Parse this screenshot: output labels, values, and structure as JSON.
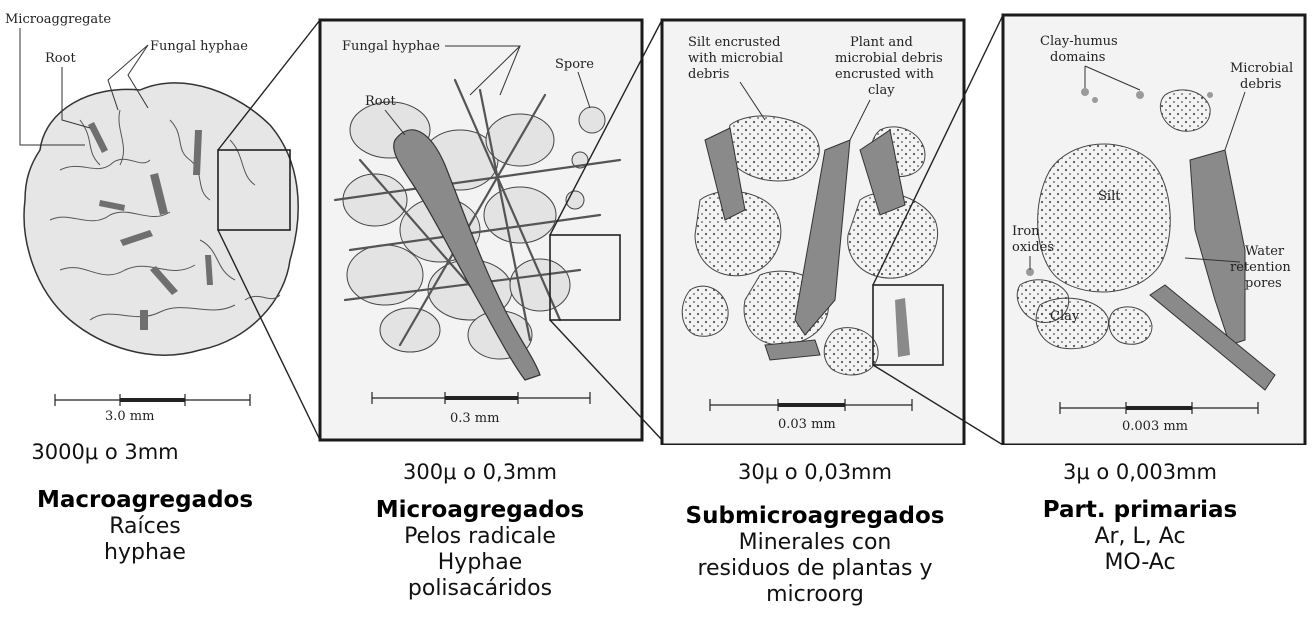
{
  "panels": [
    {
      "size": "3000μ o 3mm",
      "title": "Macroagregados",
      "description": [
        "Raíces",
        "hyphae"
      ],
      "scale": "3.0 mm",
      "labels": [
        "Microaggregate",
        "Root",
        "Fungal hyphae"
      ]
    },
    {
      "size": "300μ o 0,3mm",
      "title": "Microagregados",
      "description": [
        "Pelos radicale",
        "Hyphae",
        "polisacáridos"
      ],
      "scale": "0.3 mm",
      "labels": [
        "Fungal hyphae",
        "Spore",
        "Root"
      ]
    },
    {
      "size": "30μ o 0,03mm",
      "title": "Submicroagregados",
      "description": [
        "Minerales con",
        "residuos de plantas y",
        "microorg"
      ],
      "scale": "0.03 mm",
      "labels": [
        "Silt encrusted",
        "with microbial",
        "debris",
        "Plant and",
        "microbial debris",
        "encrusted with",
        "clay"
      ]
    },
    {
      "size": "3μ o 0,003mm",
      "title": "Part. primarias",
      "description": [
        "Ar, L, Ac",
        "MO-Ac"
      ],
      "scale": "0.003 mm",
      "labels": [
        "Clay-humus",
        "domains",
        "Microbial",
        "debris",
        "Silt",
        "Iron",
        "oxides",
        "Water",
        "retention",
        "pores",
        "Clay"
      ]
    }
  ],
  "colors": {
    "line": "#222222",
    "fill": "#d9d9d9",
    "dark": "#7a7a7a",
    "panel_bg": "#f3f3f3"
  }
}
